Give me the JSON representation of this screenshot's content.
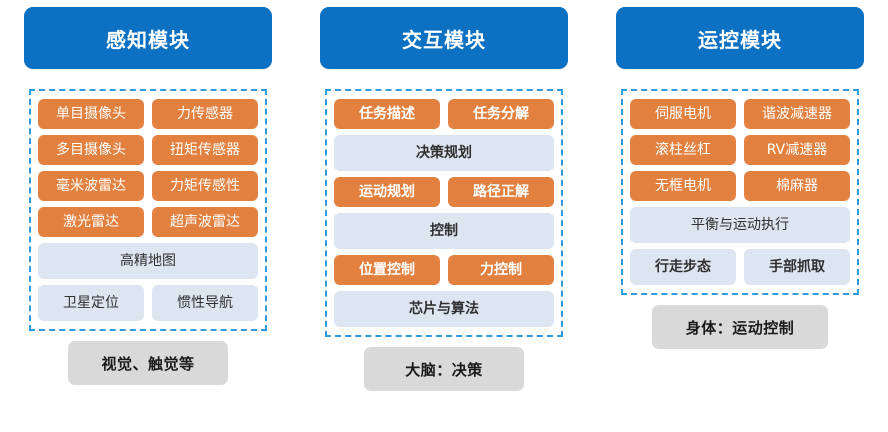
{
  "diagram": {
    "title_colors": {
      "header_blue": "#0c71c3",
      "pill_orange": "#e2803f",
      "pill_light": "#dce5f0",
      "footer_gray": "#d9d9d9",
      "dashed_border": "#3399dd"
    },
    "columns": [
      {
        "header": "感知模块",
        "footer": "视觉、触觉等",
        "rows": [
          {
            "kind": "pair",
            "style": "orange",
            "bold": false,
            "items": [
              "单目摄像头",
              "力传感器"
            ]
          },
          {
            "kind": "pair",
            "style": "orange",
            "bold": false,
            "items": [
              "多目摄像头",
              "扭矩传感器"
            ]
          },
          {
            "kind": "pair",
            "style": "orange",
            "bold": false,
            "items": [
              "毫米波雷达",
              "力矩传感性"
            ]
          },
          {
            "kind": "pair",
            "style": "orange",
            "bold": false,
            "items": [
              "激光雷达",
              "超声波雷达"
            ]
          },
          {
            "kind": "full",
            "style": "light",
            "bold": false,
            "items": [
              "高精地图"
            ]
          },
          {
            "kind": "pair",
            "style": "light",
            "bold": false,
            "items": [
              "卫星定位",
              "惯性导航"
            ]
          }
        ]
      },
      {
        "header": "交互模块",
        "footer": "大脑：决策",
        "rows": [
          {
            "kind": "pair",
            "style": "orange",
            "bold": true,
            "items": [
              "任务描述",
              "任务分解"
            ]
          },
          {
            "kind": "full",
            "style": "light",
            "bold": true,
            "items": [
              "决策规划"
            ]
          },
          {
            "kind": "pair",
            "style": "orange",
            "bold": true,
            "items": [
              "运动规划",
              "路径正解"
            ]
          },
          {
            "kind": "full",
            "style": "light",
            "bold": true,
            "items": [
              "控制"
            ]
          },
          {
            "kind": "pair",
            "style": "orange",
            "bold": true,
            "items": [
              "位置控制",
              "力控制"
            ]
          },
          {
            "kind": "full",
            "style": "light",
            "bold": true,
            "items": [
              "芯片与算法"
            ]
          }
        ]
      },
      {
        "header": "运控模块",
        "footer": "身体：运动控制",
        "rows": [
          {
            "kind": "pair",
            "style": "orange",
            "bold": false,
            "items": [
              "伺服电机",
              "谐波减速器"
            ]
          },
          {
            "kind": "pair",
            "style": "orange",
            "bold": false,
            "items": [
              "滚柱丝杠",
              "RV减速器"
            ]
          },
          {
            "kind": "pair",
            "style": "orange",
            "bold": false,
            "items": [
              "无框电机",
              "棉麻器"
            ]
          },
          {
            "kind": "full",
            "style": "light",
            "bold": false,
            "items": [
              "平衡与运动执行"
            ]
          },
          {
            "kind": "pair",
            "style": "light",
            "bold": true,
            "items": [
              "行走步态",
              "手部抓取"
            ]
          }
        ]
      }
    ]
  }
}
